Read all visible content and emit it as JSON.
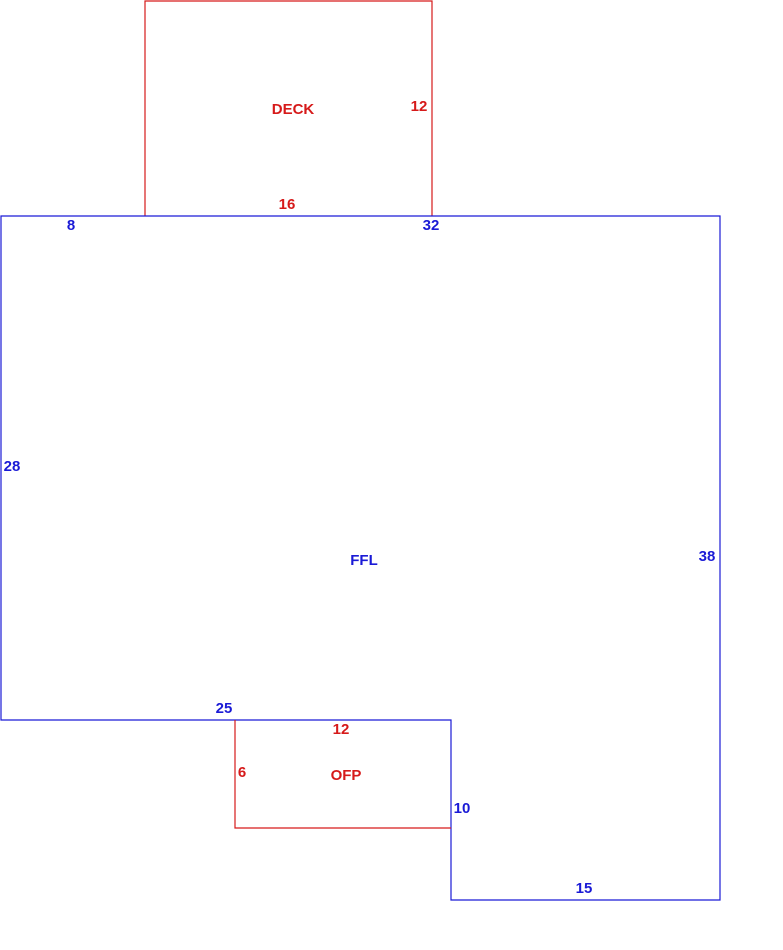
{
  "colors": {
    "main": "#1a1ad6",
    "addition": "#d61a1a",
    "background": "#ffffff"
  },
  "areas": {
    "deck": {
      "name": "DECK",
      "dims": {
        "top_label": "16",
        "right_label": "12"
      }
    },
    "main": {
      "name": "FFL",
      "dims": {
        "top_left_label": "8",
        "top_right_label": "32",
        "left_label": "28",
        "right_label": "38",
        "bottom_left_label": "25",
        "step_label": "10",
        "bottom_label": "15"
      }
    },
    "porch": {
      "name": "OFP",
      "dims": {
        "top_label": "12",
        "left_label": "6"
      }
    }
  }
}
